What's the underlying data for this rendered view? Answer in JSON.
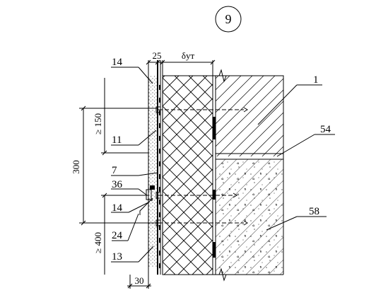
{
  "detail_number": "9",
  "dimensions": {
    "plaster_thickness": "25",
    "insulation_thickness": "δут",
    "overall_height": "300",
    "min_top": "≥ 150",
    "min_bottom": "≥ 400",
    "bottom_offset": "30"
  },
  "callouts": [
    {
      "id": "c14a",
      "text": "14"
    },
    {
      "id": "c11",
      "text": "11"
    },
    {
      "id": "c7",
      "text": "7"
    },
    {
      "id": "c36",
      "text": "36"
    },
    {
      "id": "c14b",
      "text": "14"
    },
    {
      "id": "c24",
      "text": "24"
    },
    {
      "id": "c13",
      "text": "13"
    },
    {
      "id": "c1",
      "text": "1"
    },
    {
      "id": "c54",
      "text": "54"
    },
    {
      "id": "c58",
      "text": "58"
    }
  ]
}
